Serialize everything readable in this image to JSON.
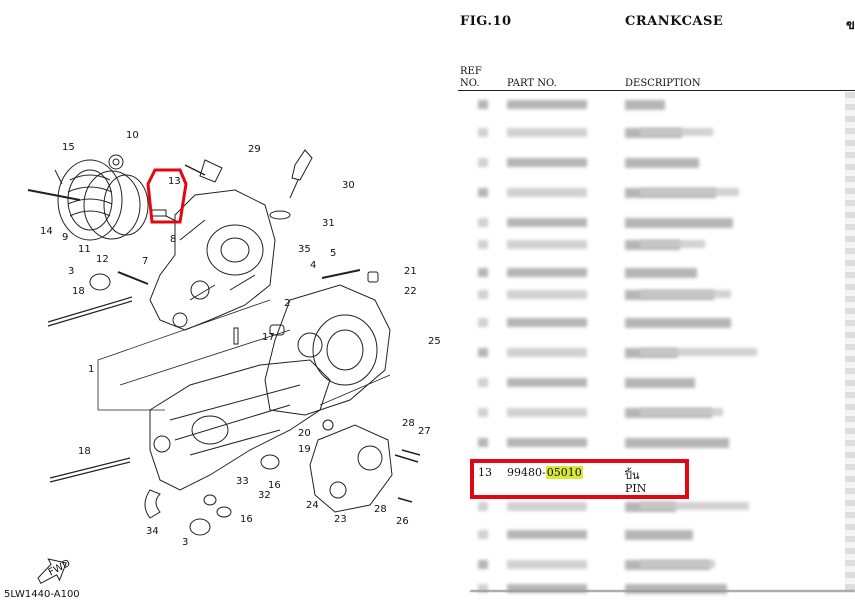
{
  "header": {
    "fig": "FIG.10",
    "title": "CRANKCASE",
    "corner": "ข"
  },
  "columns": {
    "ref_line1": "REF",
    "ref_line2": "NO.",
    "part_no": "PART NO.",
    "description": "DESCRIPTION"
  },
  "highlighted_row": {
    "ref": "13",
    "part_prefix": "99480-",
    "part_suffix": "05010",
    "desc_thai": "ปิ้น",
    "desc_en": "PIN"
  },
  "diagram": {
    "code": "5LW1440-A100",
    "fwd": "FWD",
    "callouts": [
      "1",
      "2",
      "3",
      "3",
      "4",
      "5",
      "7",
      "8",
      "9",
      "10",
      "11",
      "12",
      "13",
      "14",
      "15",
      "16",
      "16",
      "17",
      "18",
      "18",
      "19",
      "20",
      "21",
      "22",
      "23",
      "24",
      "25",
      "26",
      "27",
      "28",
      "28",
      "29",
      "30",
      "31",
      "32",
      "33",
      "34",
      "35"
    ]
  },
  "colors": {
    "highlight_box": "#e30613",
    "part_highlight": "#d6e83a"
  }
}
